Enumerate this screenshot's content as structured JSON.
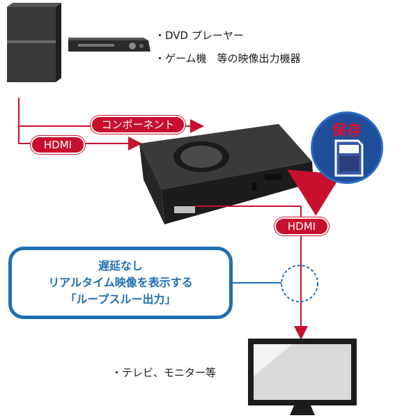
{
  "source_items": [
    "・DVD プレーヤー",
    "・ゲーム機　等の映像出力機器"
  ],
  "pills": {
    "component": "コンポーネント",
    "hdmi_in": "HDMI",
    "hdmi_out": "HDMI"
  },
  "save_label": "保存",
  "callout": {
    "line1": "遅延なし",
    "line2": "リアルタイム映像を表示する",
    "line3": "「ループスルー出力」"
  },
  "display_label": "・テレビ、モニター等",
  "colors": {
    "red": "#c8102e",
    "blue": "#1f6fb3",
    "device": "#2a2a2a"
  }
}
